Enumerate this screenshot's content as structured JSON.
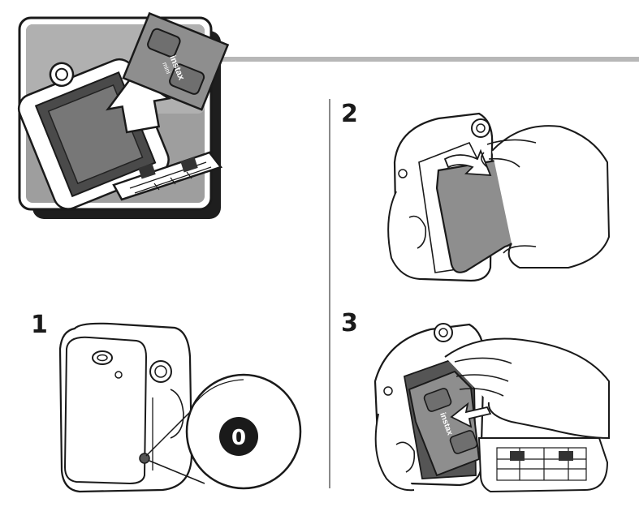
{
  "header_icon": {
    "film_pack_label": "instax",
    "film_pack_sublabel": "mini"
  },
  "steps": [
    {
      "number": "1"
    },
    {
      "number": "2"
    },
    {
      "number": "3"
    }
  ],
  "detail_callout": {
    "counter_value": "0"
  },
  "step3_film_label": "instax",
  "colors": {
    "line": "#1a1a1a",
    "gray_header_rule": "#b7b7b7",
    "icon_bg": "#9a9a9a",
    "film_gray": "#8e8e8e",
    "divider": "#8a8a8a"
  }
}
